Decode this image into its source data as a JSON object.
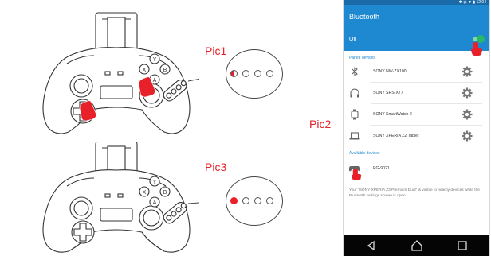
{
  "labels": {
    "pic1": "Pic1",
    "pic2": "Pic2",
    "pic3": "Pic3"
  },
  "colors": {
    "annotation_red": "#e8202a",
    "bluetooth_blue": "#1e88d0",
    "toggle_green": "#29b865",
    "line": "#444444"
  },
  "pic1_leds": [
    "half-lit",
    "off",
    "off",
    "off"
  ],
  "pic3_leds": [
    "lit",
    "off",
    "off",
    "off"
  ],
  "controller_buttons": [
    "Y",
    "X",
    "B",
    "A"
  ],
  "phone": {
    "statusbar": "✱ ◉ ▼ ▮ 12:04",
    "title": "Bluetooth",
    "menu_icon": "more-vert-icon",
    "on_label": "On",
    "toggle_on": true,
    "paired_header": "Paired devices",
    "paired": [
      {
        "name": "SONY NW-ZX100",
        "icon": "bluetooth-icon"
      },
      {
        "name": "SONY SRS-X77",
        "icon": "headphones-icon"
      },
      {
        "name": "SONY SmartWatch 2",
        "icon": "watch-icon"
      },
      {
        "name": "SONY XPERIA Z2 Tablet",
        "icon": "laptop-icon"
      }
    ],
    "available_header": "Available devices",
    "available": [
      {
        "name": "PG-9021",
        "icon": "gamepad-icon"
      }
    ],
    "note": "Your \"SONY XPERIA Z3 Premium Dual\" is visible to nearby devices while the Bluetooth settings screen is open.",
    "nav": [
      "back-icon",
      "home-icon",
      "recents-icon"
    ]
  }
}
